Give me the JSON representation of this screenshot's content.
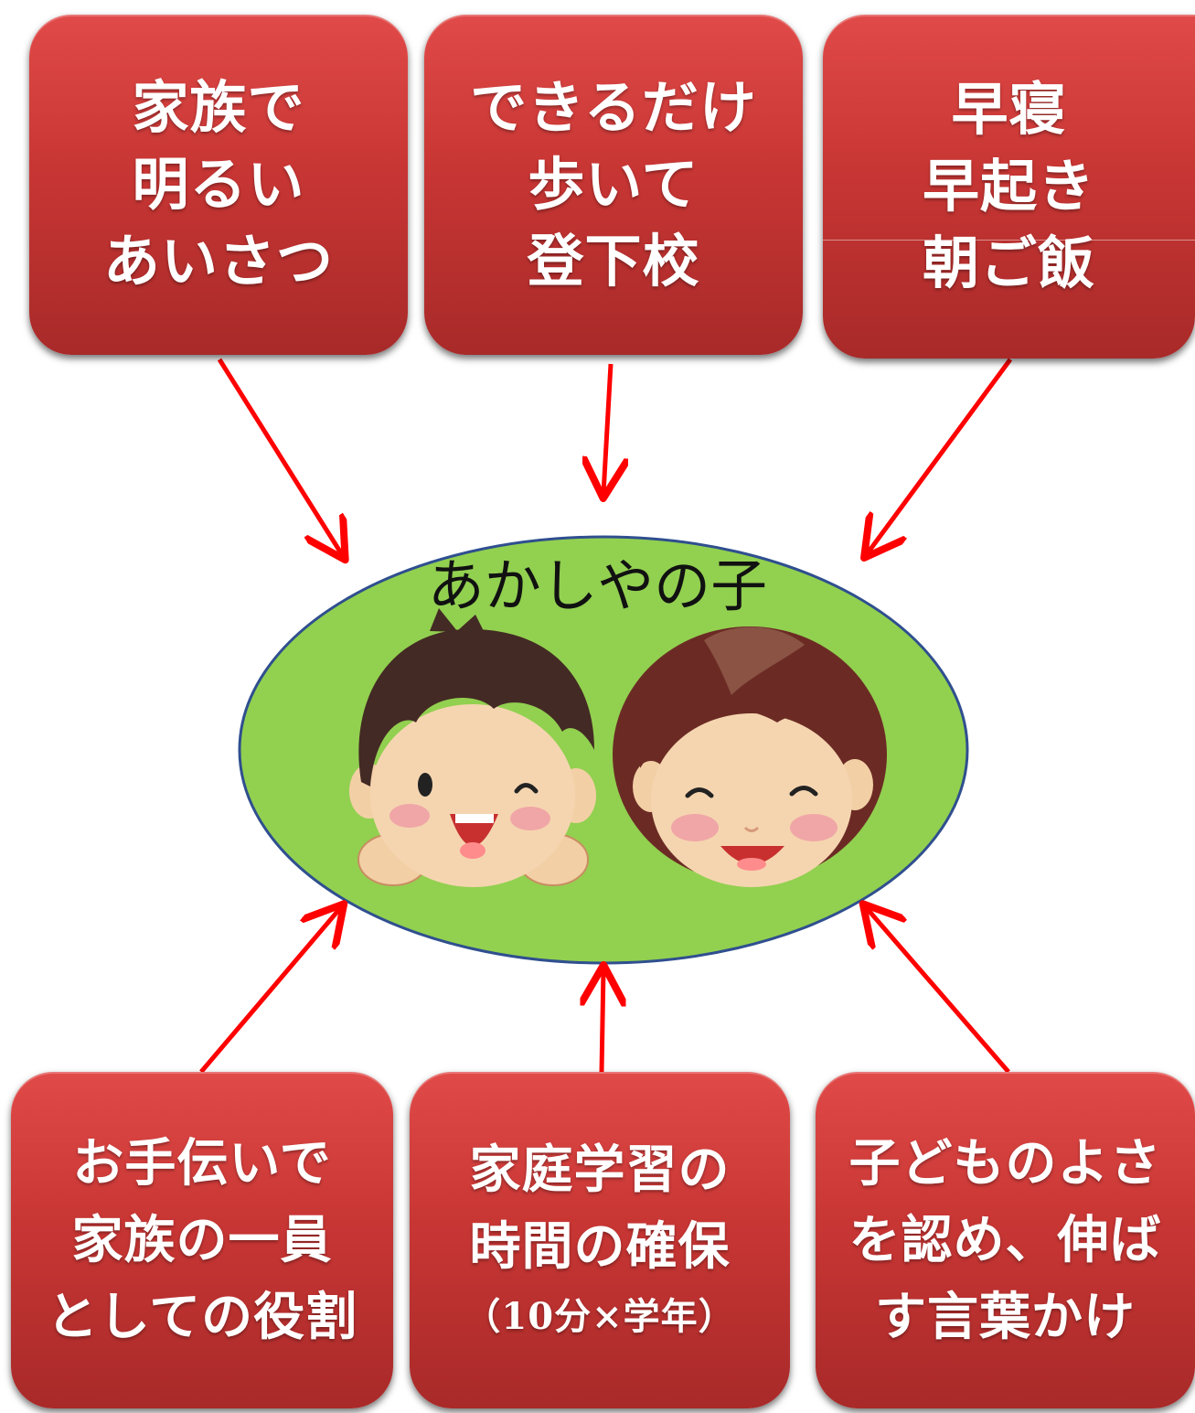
{
  "diagram": {
    "center_label": "あかしやの子",
    "top_boxes": [
      {
        "lines": [
          "家族で",
          "明るい",
          "あいさつ"
        ]
      },
      {
        "lines": [
          "できるだけ",
          "歩いて",
          "登下校"
        ]
      },
      {
        "lines": [
          "早寝",
          "早起き",
          "朝ご飯"
        ]
      }
    ],
    "bottom_boxes": [
      {
        "lines": [
          "お手伝いで",
          "家族の一員",
          "としての役割"
        ]
      },
      {
        "lines": [
          "家庭学習の",
          "時間の確保",
          "（10分×学年）"
        ]
      },
      {
        "lines": [
          "子どものよさ",
          "を認め、伸ば",
          "す言葉かけ"
        ]
      }
    ],
    "colors": {
      "box_red": "#c83634",
      "ellipse_fill": "#92d050",
      "ellipse_stroke": "#2f4f8f",
      "arrow": "#ff0000"
    },
    "icons": [
      "boy-face-icon",
      "girl-face-icon"
    ]
  }
}
